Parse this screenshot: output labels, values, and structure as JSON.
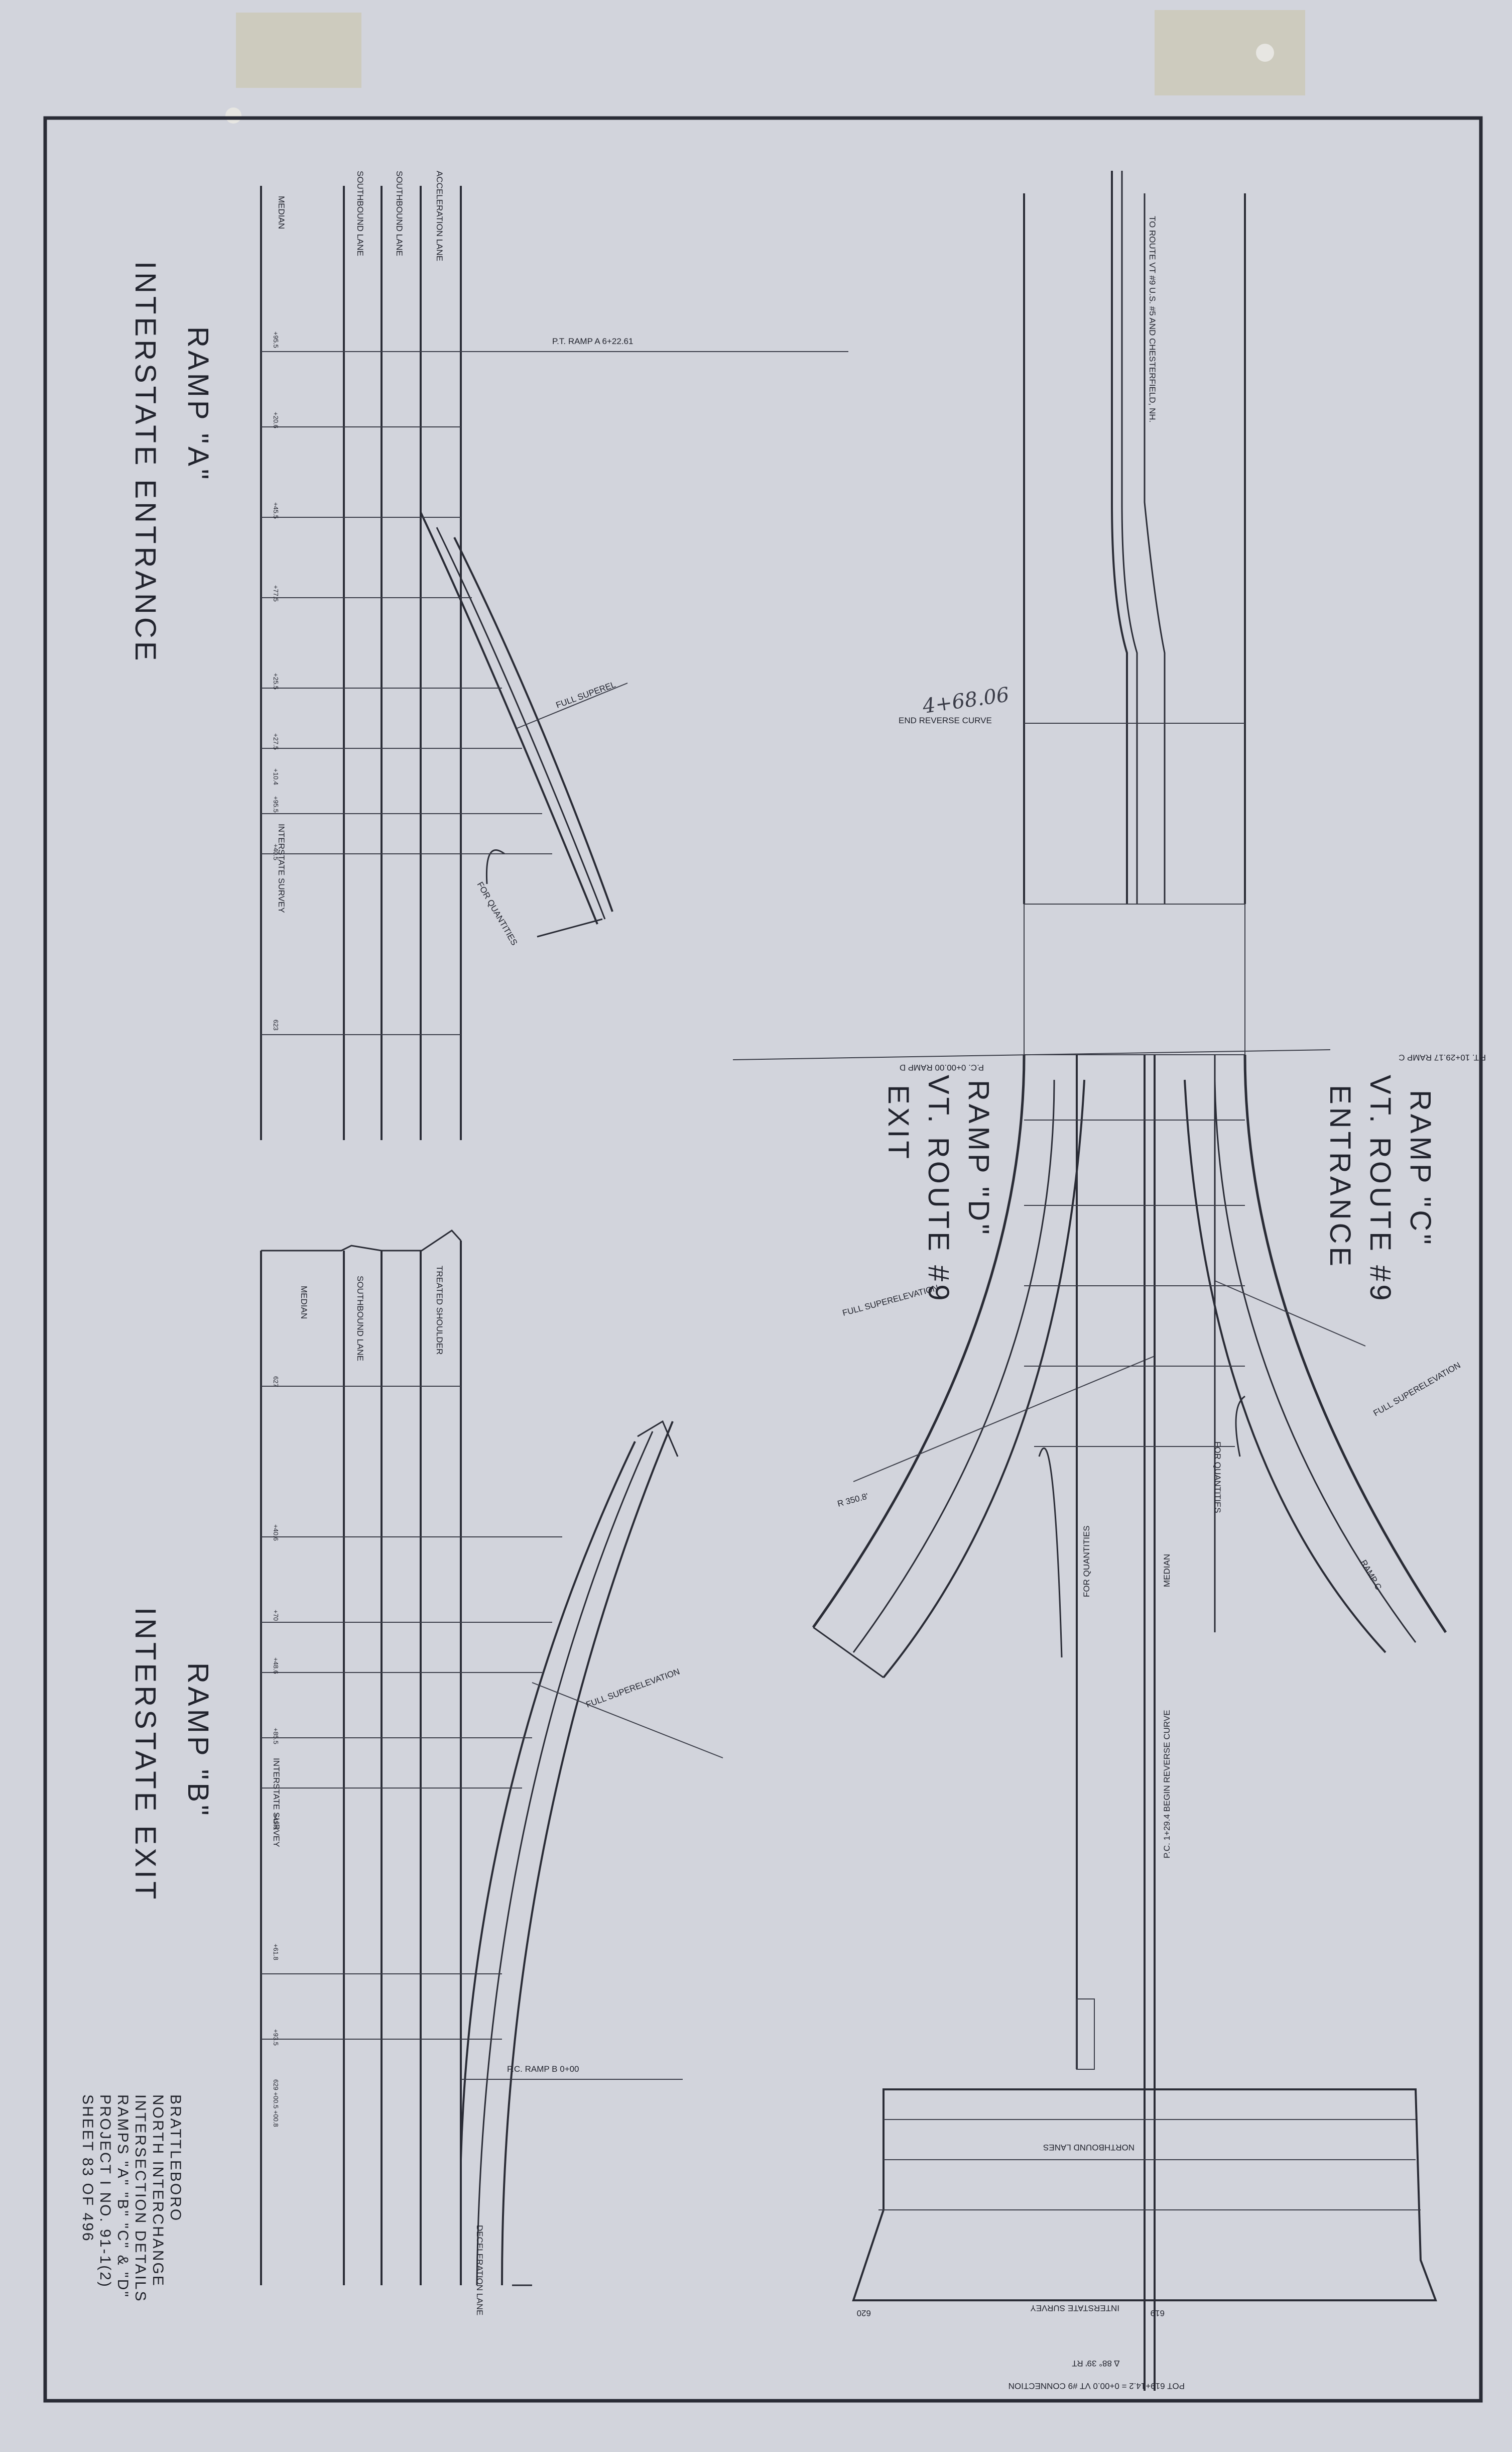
{
  "ramp_a": {
    "title": "RAMP \"A\"",
    "subtitle": "INTERSTATE ENTRANCE",
    "lane_labels": [
      "ACCELERATION LANE",
      "SOUTHBOUND LANE",
      "SOUTHBOUND LANE",
      "MEDIAN"
    ],
    "pt_label": "P.T. RAMP A 6+22.61",
    "survey_label": "INTERSTATE SURVEY",
    "quantities_label": "FOR QUANTITIES",
    "super_label": "FULL SUPEREL",
    "stations": [
      "+95.5",
      "+20.6",
      "+45.5",
      "+77.5",
      "+25.5",
      "+27.5",
      "+10.4",
      "+95.5",
      "+40.5",
      "623"
    ]
  },
  "ramp_b": {
    "title": "RAMP \"B\"",
    "subtitle": "INTERSTATE EXIT",
    "lane_labels": [
      "TREATED SHOULDER",
      "SOUTHBOUND LANE",
      "MEDIAN",
      "DECELERATION LANE"
    ],
    "pc_label": "P.C. RAMP B 0+00",
    "survey_label": "INTERSTATE SURVEY",
    "super_label": "FULL SUPERELEVATION",
    "stations": [
      "627",
      "+40.6",
      "+70",
      "+48.6",
      "+85.5",
      "+45.8",
      "+61.8",
      "+93.5",
      "629 +00.5 +00.8"
    ]
  },
  "ramp_c": {
    "title": "RAMP \"C\"",
    "line2": "VT. ROUTE #9",
    "line3": "ENTRANCE",
    "pt_label": "P.T. 10+29.17 RAMP C",
    "super_label": "FULL SUPERELEVATION",
    "quantities_label": "FOR QUANTITIES",
    "ramp_tag": "RAMP C"
  },
  "ramp_d": {
    "title": "RAMP \"D\"",
    "line2": "VT. ROUTE #9",
    "line3": "EXIT",
    "pc_label": "P.C. 0+00.00 RAMP D",
    "super_label": "FULL SUPERELEVATION",
    "quantities_label": "FOR QUANTITIES",
    "radius_label": "R 350.8'"
  },
  "route": {
    "to_label": "TO ROUTE VT #9  U.S. #5 AND CHESTERFIELD, NH.",
    "handwritten_station": "4+68.06",
    "reverse_curve": "END REVERSE CURVE",
    "pc_reverse": "P.C. 1+29.4 BEGIN REVERSE CURVE",
    "median_label": "MEDIAN",
    "northbound": "NORTHBOUND LANES",
    "interstate_survey": "INTERSTATE SURVEY",
    "sta_left": "620",
    "sta_right": "619",
    "connection": "POT 619+14.2 = 0+00.0 VT #9 CONNECTION",
    "angle": "∆ 88° 39' RT"
  },
  "title_block": {
    "line1": "BRATTLEBORO",
    "line2": "NORTH INTERCHANGE",
    "line3": "INTERSECTION DETAILS",
    "line4": "RAMPS \"A\" \"B\" \"C\" & \"D\"",
    "line5": "PROJECT I NO. 91-1(2)",
    "line6": "SHEET 83 OF 496"
  }
}
